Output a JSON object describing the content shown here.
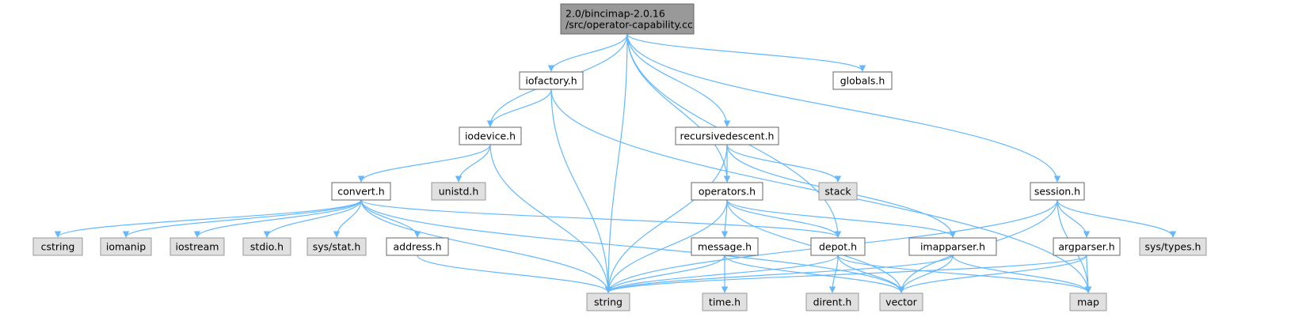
{
  "colors": {
    "edge": "#63b8ff",
    "root_fill": "#999999",
    "root_stroke": "#666666",
    "local_fill": "#ffffff",
    "local_stroke": "#666666",
    "system_fill": "#e0e0e0",
    "system_stroke": "#999999"
  },
  "nodes": [
    {
      "id": "root",
      "lines": [
        "2.0/bincimap-2.0.16",
        "/src/operator-capability.cc"
      ],
      "kind": "root"
    },
    {
      "id": "iofactory",
      "lines": [
        "iofactory.h"
      ],
      "kind": "local"
    },
    {
      "id": "globals",
      "lines": [
        "globals.h"
      ],
      "kind": "local"
    },
    {
      "id": "iodevice",
      "lines": [
        "iodevice.h"
      ],
      "kind": "local"
    },
    {
      "id": "recursivedescent",
      "lines": [
        "recursivedescent.h"
      ],
      "kind": "local"
    },
    {
      "id": "convert",
      "lines": [
        "convert.h"
      ],
      "kind": "local"
    },
    {
      "id": "unistd",
      "lines": [
        "unistd.h"
      ],
      "kind": "system"
    },
    {
      "id": "operators",
      "lines": [
        "operators.h"
      ],
      "kind": "local"
    },
    {
      "id": "stack",
      "lines": [
        "stack"
      ],
      "kind": "system"
    },
    {
      "id": "session",
      "lines": [
        "session.h"
      ],
      "kind": "local"
    },
    {
      "id": "cstring",
      "lines": [
        "cstring"
      ],
      "kind": "system"
    },
    {
      "id": "iomanip",
      "lines": [
        "iomanip"
      ],
      "kind": "system"
    },
    {
      "id": "iostream",
      "lines": [
        "iostream"
      ],
      "kind": "system"
    },
    {
      "id": "stdio",
      "lines": [
        "stdio.h"
      ],
      "kind": "system"
    },
    {
      "id": "sysstat",
      "lines": [
        "sys/stat.h"
      ],
      "kind": "system"
    },
    {
      "id": "address",
      "lines": [
        "address.h"
      ],
      "kind": "local"
    },
    {
      "id": "message",
      "lines": [
        "message.h"
      ],
      "kind": "local"
    },
    {
      "id": "depot",
      "lines": [
        "depot.h"
      ],
      "kind": "local"
    },
    {
      "id": "imapparser",
      "lines": [
        "imapparser.h"
      ],
      "kind": "local"
    },
    {
      "id": "argparser",
      "lines": [
        "argparser.h"
      ],
      "kind": "local"
    },
    {
      "id": "systypes",
      "lines": [
        "sys/types.h"
      ],
      "kind": "system"
    },
    {
      "id": "string",
      "lines": [
        "string"
      ],
      "kind": "system"
    },
    {
      "id": "timeh",
      "lines": [
        "time.h"
      ],
      "kind": "system"
    },
    {
      "id": "dirent",
      "lines": [
        "dirent.h"
      ],
      "kind": "system"
    },
    {
      "id": "vector",
      "lines": [
        "vector"
      ],
      "kind": "system"
    },
    {
      "id": "map",
      "lines": [
        "map"
      ],
      "kind": "system"
    }
  ],
  "edges": [
    [
      "root",
      "string"
    ],
    [
      "root",
      "iodevice"
    ],
    [
      "root",
      "iofactory"
    ],
    [
      "root",
      "depot"
    ],
    [
      "root",
      "operators"
    ],
    [
      "root",
      "recursivedescent"
    ],
    [
      "root",
      "session"
    ],
    [
      "root",
      "globals"
    ],
    [
      "iofactory",
      "iodevice"
    ],
    [
      "iofactory",
      "string"
    ],
    [
      "iofactory",
      "map"
    ],
    [
      "iodevice",
      "convert"
    ],
    [
      "iodevice",
      "unistd"
    ],
    [
      "iodevice",
      "string"
    ],
    [
      "convert",
      "cstring"
    ],
    [
      "convert",
      "iomanip"
    ],
    [
      "convert",
      "iostream"
    ],
    [
      "convert",
      "stdio"
    ],
    [
      "convert",
      "sysstat"
    ],
    [
      "convert",
      "address"
    ],
    [
      "convert",
      "string"
    ],
    [
      "convert",
      "depot"
    ],
    [
      "convert",
      "vector"
    ],
    [
      "address",
      "string"
    ],
    [
      "recursivedescent",
      "operators"
    ],
    [
      "recursivedescent",
      "stack"
    ],
    [
      "recursivedescent",
      "imapparser"
    ],
    [
      "recursivedescent",
      "string"
    ],
    [
      "operators",
      "message"
    ],
    [
      "operators",
      "depot"
    ],
    [
      "operators",
      "imapparser"
    ],
    [
      "operators",
      "string"
    ],
    [
      "operators",
      "vector"
    ],
    [
      "message",
      "string"
    ],
    [
      "message",
      "timeh"
    ],
    [
      "message",
      "vector"
    ],
    [
      "depot",
      "string"
    ],
    [
      "depot",
      "dirent"
    ],
    [
      "depot",
      "vector"
    ],
    [
      "depot",
      "map"
    ],
    [
      "imapparser",
      "string"
    ],
    [
      "imapparser",
      "vector"
    ],
    [
      "imapparser",
      "map"
    ],
    [
      "session",
      "argparser"
    ],
    [
      "session",
      "systypes"
    ],
    [
      "session",
      "string"
    ],
    [
      "session",
      "vector"
    ],
    [
      "session",
      "map"
    ],
    [
      "argparser",
      "string"
    ],
    [
      "argparser",
      "vector"
    ],
    [
      "argparser",
      "map"
    ]
  ]
}
